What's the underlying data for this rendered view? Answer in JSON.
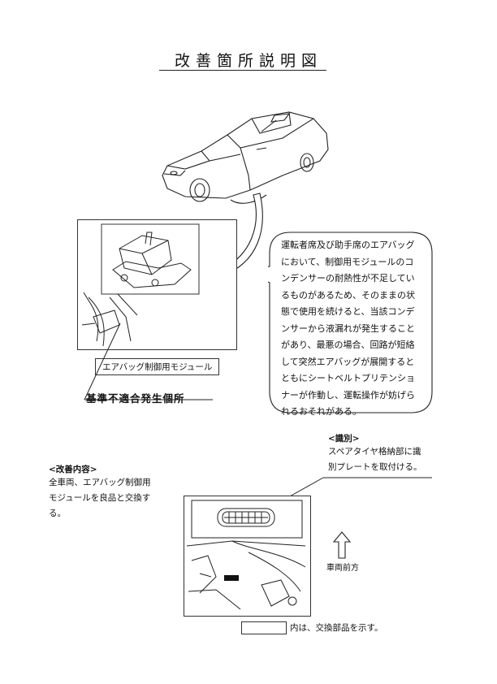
{
  "title": "改善箇所説明図",
  "module_label": "エアバッグ制御用モジュール",
  "defect_label": "基準不適合発生個所",
  "callout_lines": [
    "運転者席及び助手席のエアバッグ",
    "において、制御用モジュールのコ",
    "ンデンサーの耐熱性が不足してい",
    "るものがあるため、そのままの状",
    "態で使用を続けると、当該コンデ",
    "ンサーから液漏れが発生すること",
    "があり、最悪の場合、回路が短絡",
    "して突然エアバッグが展開すると",
    "ともにシートベルトプリテンショ",
    "ナーが作動し、運転操作が妨げら",
    "れるおそれがある。"
  ],
  "identification": {
    "heading": "<識別>",
    "lines": [
      "スペアタイヤ格納部に識",
      "別プレートを取付ける。"
    ]
  },
  "improvement": {
    "heading": "<改善内容>",
    "lines": [
      "全車両、エアバッグ制御用",
      "モジュールを良品と交換す",
      "る。"
    ]
  },
  "direction_label": "車両前方",
  "legend_text": "内は、交換部品を示す。"
}
